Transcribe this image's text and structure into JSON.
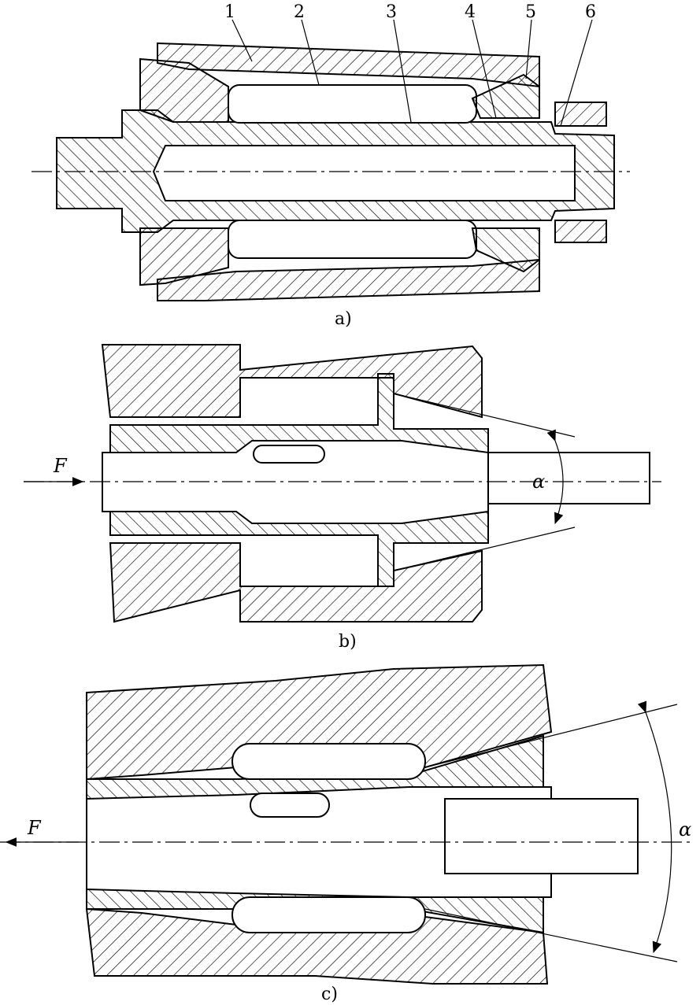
{
  "figure_a": {
    "caption": "a)",
    "part_labels": [
      "1",
      "2",
      "3",
      "4",
      "5",
      "6"
    ]
  },
  "figure_b": {
    "caption": "b)",
    "force_label": "F",
    "angle_label": "α"
  },
  "figure_c": {
    "caption": "c)",
    "force_label": "F",
    "angle_label": "α"
  }
}
